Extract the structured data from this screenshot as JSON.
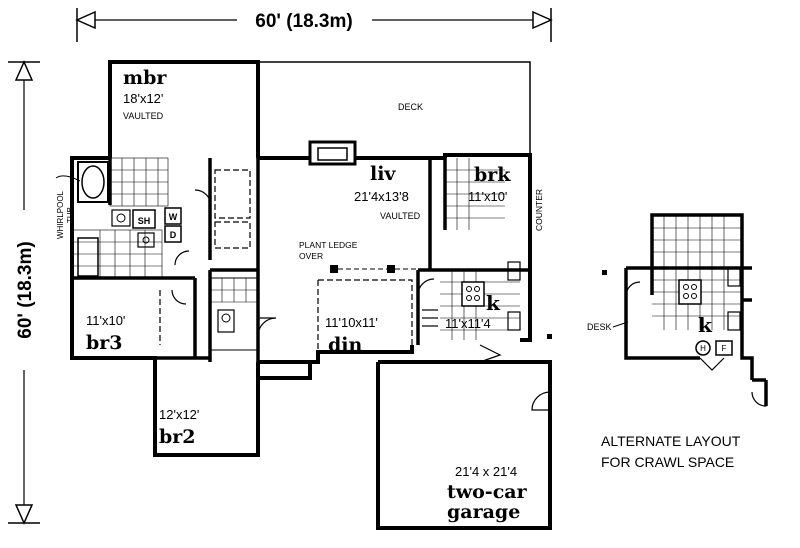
{
  "dimensions": {
    "width_label": "60' (18.3m)",
    "height_label": "60' (18.3m)"
  },
  "rooms": {
    "mbr": {
      "name": "mbr",
      "size": "18'x12'",
      "note": "VAULTED"
    },
    "deck": {
      "name": "DECK"
    },
    "liv": {
      "name": "liv",
      "size": "21'4x13'8",
      "note": "VAULTED"
    },
    "brk": {
      "name": "brk",
      "size": "11'x10'"
    },
    "counter": {
      "name": "COUNTER"
    },
    "plant_ledge": {
      "line1": "PLANT  LEDGE",
      "line2": "OVER"
    },
    "din": {
      "name": "din",
      "size": "11'10x11'"
    },
    "kitchen": {
      "name": "k",
      "size": "11'x11'4"
    },
    "br3": {
      "name": "br3",
      "size": "11'x10'"
    },
    "br2": {
      "name": "br2",
      "size": "12'x12'"
    },
    "garage": {
      "name_line1": "two-car",
      "name_line2": "garage",
      "size": "21'4 x 21'4"
    },
    "whirlpool": {
      "line1": "WHIRLPOOL",
      "line2": "TUB"
    },
    "fixtures": {
      "shower": "SH",
      "washer": "W",
      "dryer": "D"
    }
  },
  "alternate": {
    "kitchen": "k",
    "desk": "DESK",
    "h": "H",
    "f": "F",
    "caption_line1": "ALTERNATE  LAYOUT",
    "caption_line2": "FOR  CRAWL  SPACE"
  }
}
